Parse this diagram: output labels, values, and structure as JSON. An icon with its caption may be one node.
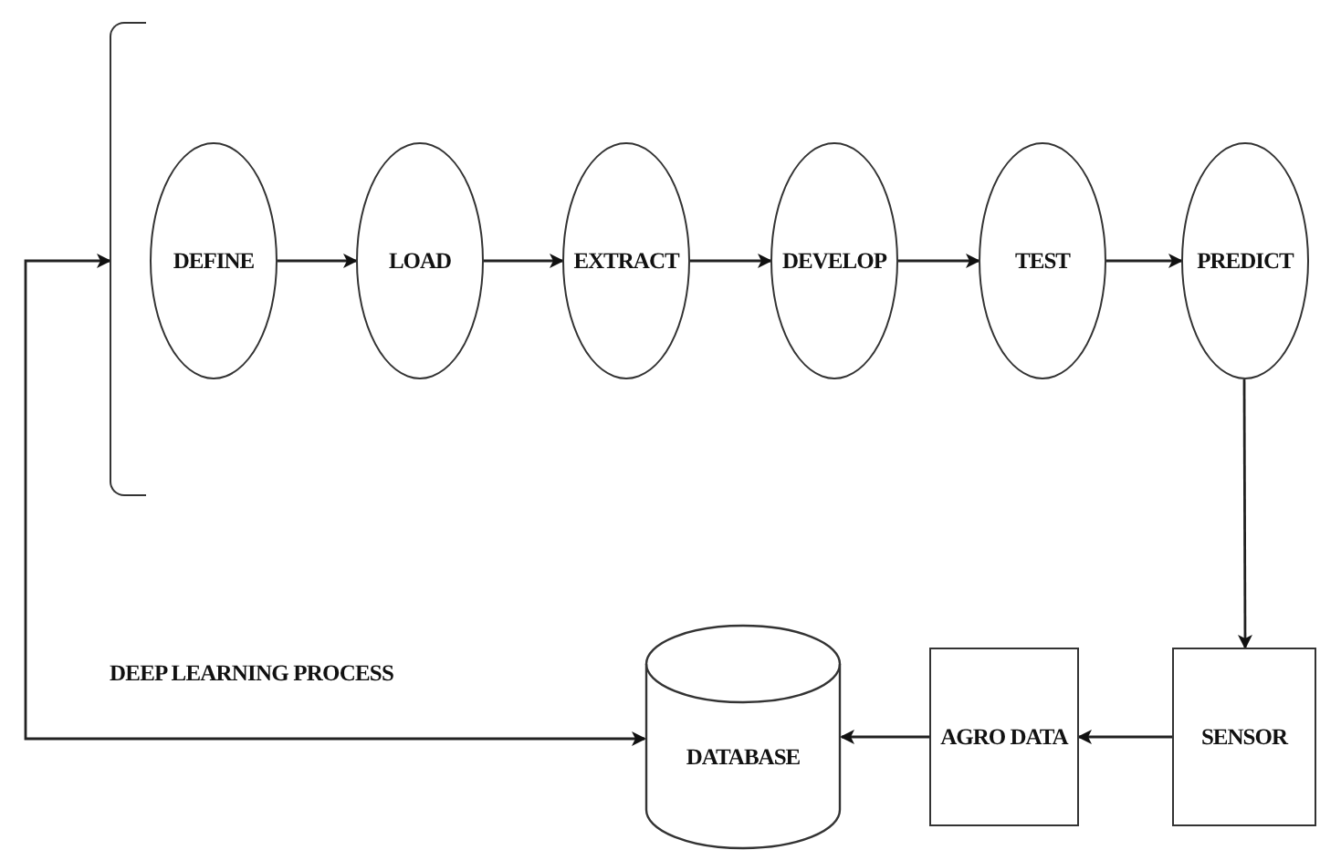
{
  "diagram": {
    "nodes": [
      {
        "text": [],
        "shape": "bracket"
      },
      {
        "text": [
          "DEFINE"
        ]
      },
      {
        "text": [
          "LOAD"
        ]
      },
      {
        "text": [
          "EXTRACT"
        ]
      },
      {
        "text": [
          "DEVELOP"
        ]
      },
      {
        "text": [
          "TEST"
        ]
      },
      {
        "text": [
          "PREDICT"
        ]
      },
      {
        "text": [
          "DATABASE"
        ]
      },
      {
        "text": [
          "AGRO DATA"
        ]
      },
      {
        "text": [
          "SENSOR"
        ]
      }
    ],
    "edges": [
      {
        "from": 1,
        "to": 2,
        "arrow": "to"
      },
      {
        "from": 2,
        "to": 3,
        "arrow": "to"
      },
      {
        "from": 3,
        "to": 4,
        "arrow": "to"
      },
      {
        "from": 4,
        "to": 5,
        "arrow": "to"
      },
      {
        "from": 5,
        "to": 6,
        "arrow": "to"
      },
      {
        "from": 6,
        "to": 9,
        "arrow": "to"
      },
      {
        "from": 9,
        "to": 8,
        "arrow": "to"
      },
      {
        "from": 8,
        "to": 7,
        "arrow": "to"
      },
      {
        "from": 0,
        "to": 7,
        "arrow": "both",
        "label": "DEEP LEARNING PROCESS"
      }
    ]
  }
}
